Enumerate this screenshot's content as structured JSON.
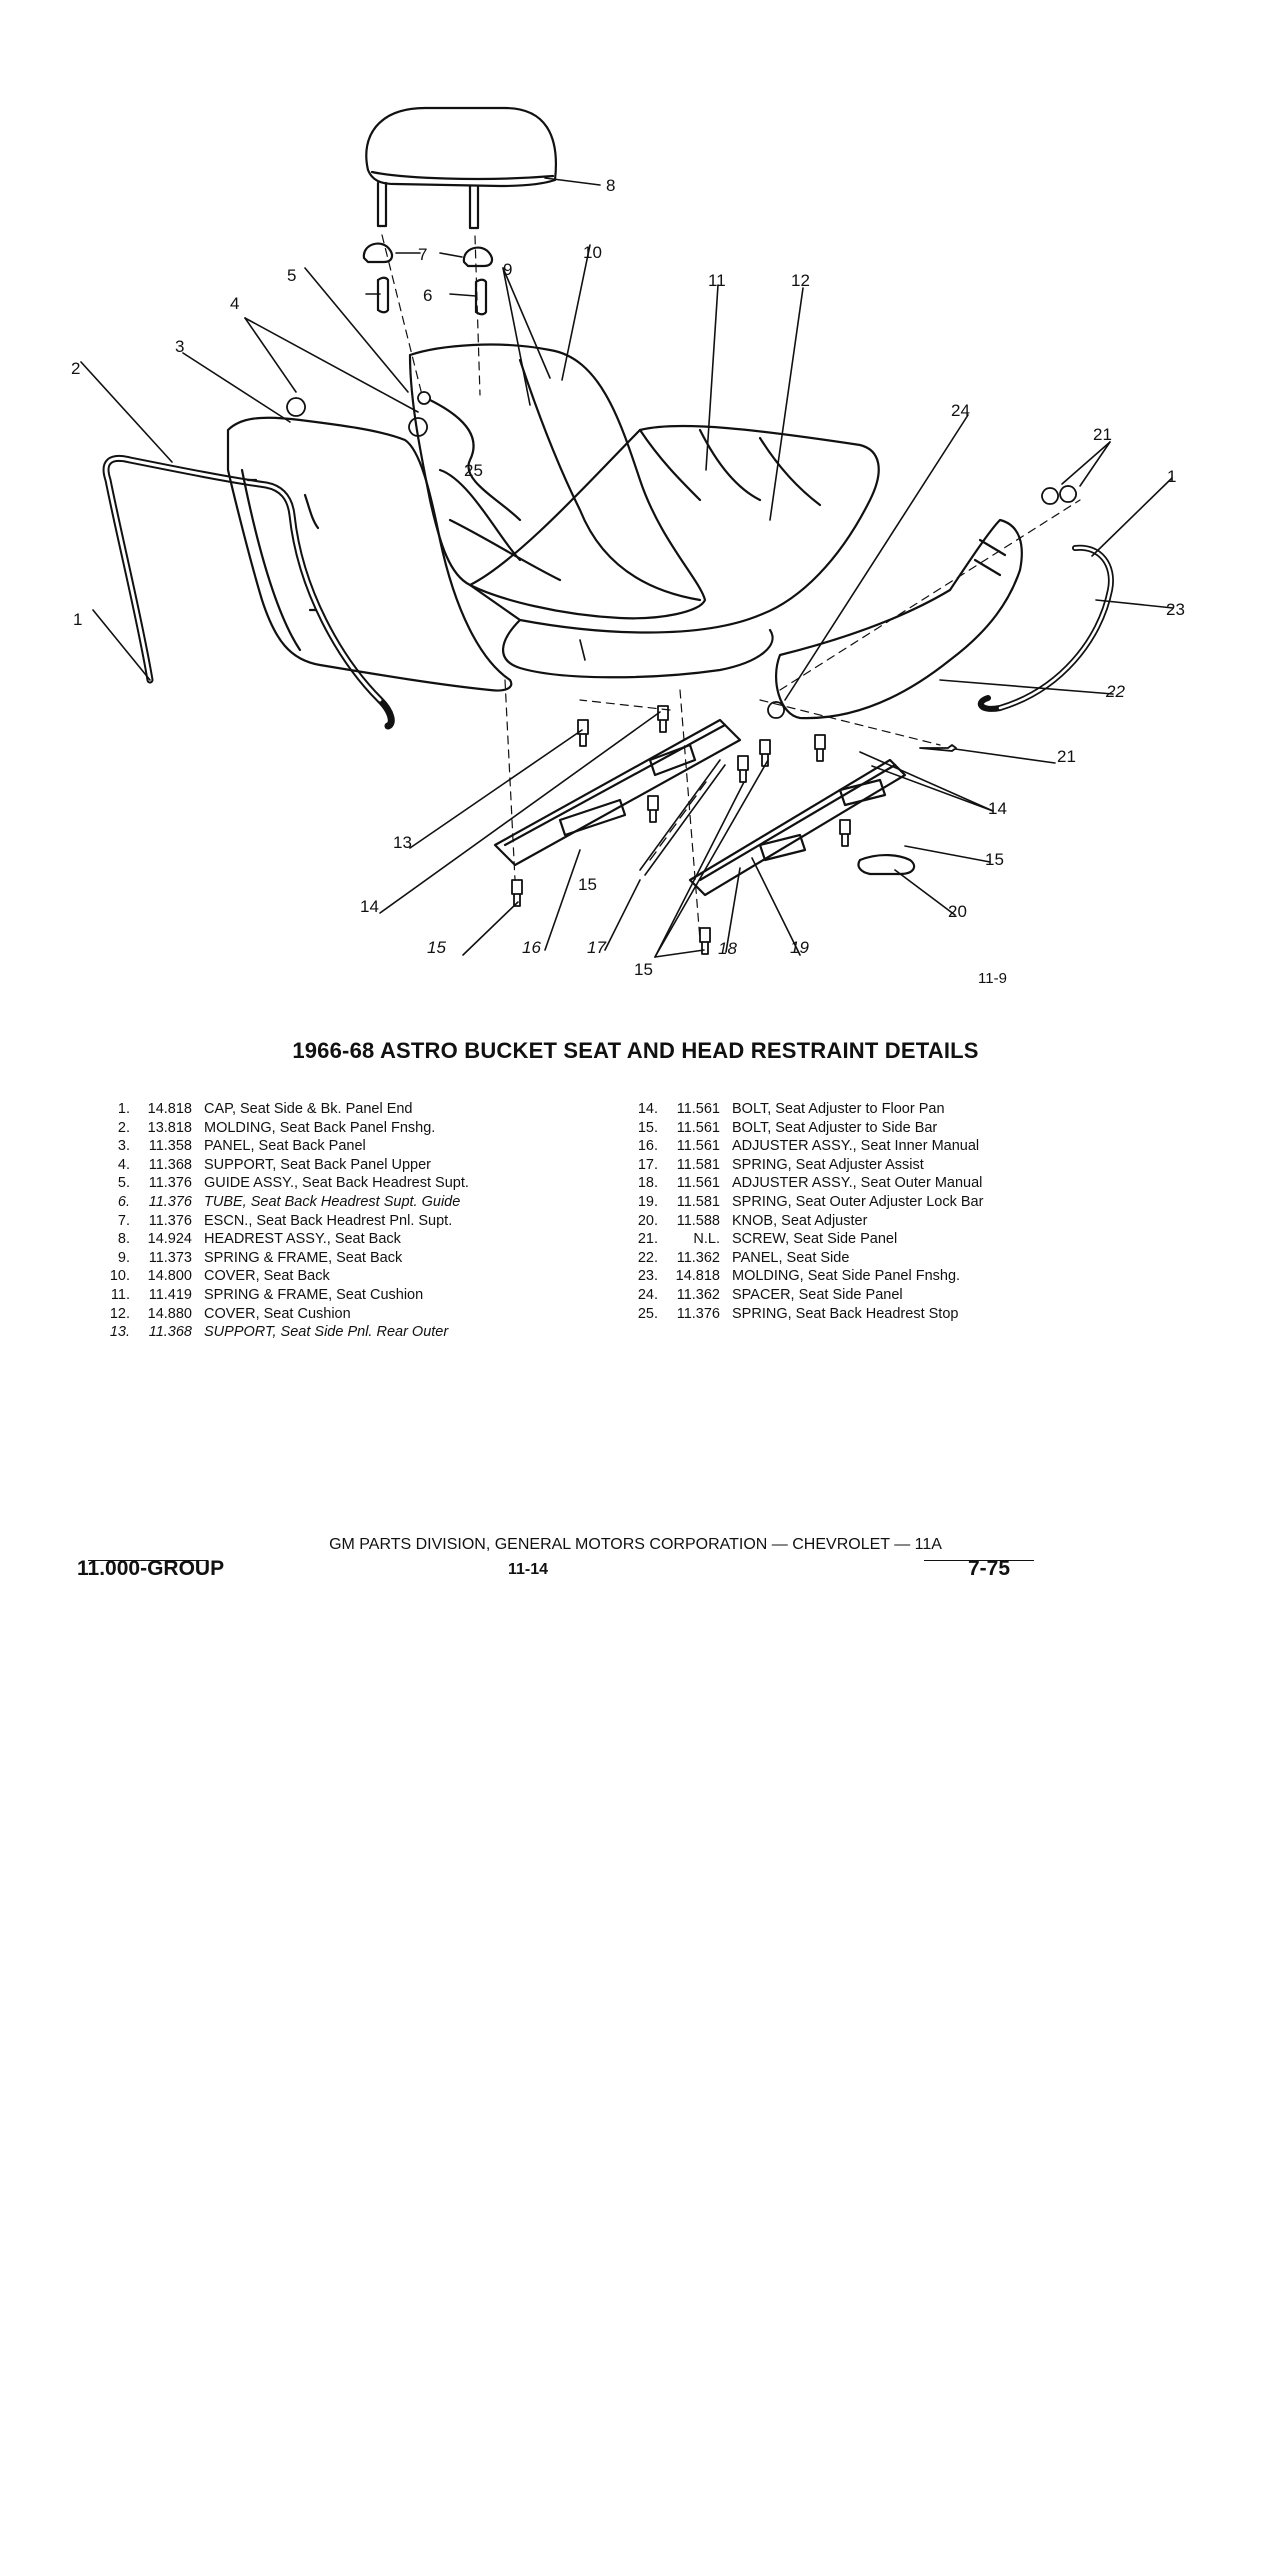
{
  "title": "1966-68 ASTRO BUCKET SEAT AND HEAD RESTRAINT DETAILS",
  "figure_id": "11-9",
  "callouts": [
    "1",
    "2",
    "3",
    "4",
    "5",
    "6",
    "7",
    "8",
    "9",
    "10",
    "11",
    "12",
    "13",
    "14",
    "15",
    "16",
    "17",
    "18",
    "19",
    "20",
    "21",
    "22",
    "23",
    "24",
    "25",
    "1",
    "21",
    "14",
    "15",
    "15",
    "15"
  ],
  "parts_left": [
    {
      "no": "1.",
      "code": "14.818",
      "desc": "CAP, Seat Side & Bk. Panel End"
    },
    {
      "no": "2.",
      "code": "13.818",
      "desc": "MOLDING, Seat Back Panel Fnshg."
    },
    {
      "no": "3.",
      "code": "11.358",
      "desc": "PANEL, Seat Back Panel"
    },
    {
      "no": "4.",
      "code": "11.368",
      "desc": "SUPPORT, Seat Back Panel Upper"
    },
    {
      "no": "5.",
      "code": "11.376",
      "desc": "GUIDE ASSY., Seat Back Headrest Supt."
    },
    {
      "no": "6.",
      "code": "11.376",
      "desc": "TUBE, Seat Back Headrest Supt. Guide"
    },
    {
      "no": "7.",
      "code": "11.376",
      "desc": "ESCN., Seat Back Headrest Pnl. Supt."
    },
    {
      "no": "8.",
      "code": "14.924",
      "desc": "HEADREST ASSY., Seat Back"
    },
    {
      "no": "9.",
      "code": "11.373",
      "desc": "SPRING & FRAME, Seat Back"
    },
    {
      "no": "10.",
      "code": "14.800",
      "desc": "COVER, Seat Back"
    },
    {
      "no": "11.",
      "code": "11.419",
      "desc": "SPRING & FRAME, Seat Cushion"
    },
    {
      "no": "12.",
      "code": "14.880",
      "desc": "COVER, Seat Cushion"
    },
    {
      "no": "13.",
      "code": "11.368",
      "desc": "SUPPORT, Seat Side Pnl. Rear Outer"
    }
  ],
  "parts_right": [
    {
      "no": "14.",
      "code": "11.561",
      "desc": "BOLT, Seat Adjuster to Floor Pan"
    },
    {
      "no": "15.",
      "code": "11.561",
      "desc": "BOLT, Seat Adjuster to Side Bar"
    },
    {
      "no": "16.",
      "code": "11.561",
      "desc": "ADJUSTER ASSY., Seat Inner Manual"
    },
    {
      "no": "17.",
      "code": "11.581",
      "desc": "SPRING, Seat Adjuster Assist"
    },
    {
      "no": "18.",
      "code": "11.561",
      "desc": "ADJUSTER ASSY., Seat Outer Manual"
    },
    {
      "no": "19.",
      "code": "11.581",
      "desc": "SPRING, Seat Outer Adjuster Lock Bar"
    },
    {
      "no": "20.",
      "code": "11.588",
      "desc": "KNOB, Seat Adjuster"
    },
    {
      "no": "21.",
      "code": "N.L.",
      "desc": "SCREW, Seat Side Panel"
    },
    {
      "no": "22.",
      "code": "11.362",
      "desc": "PANEL, Seat Side"
    },
    {
      "no": "23.",
      "code": "14.818",
      "desc": "MOLDING, Seat Side Panel Fnshg."
    },
    {
      "no": "24.",
      "code": "11.362",
      "desc": "SPACER, Seat Side Panel"
    },
    {
      "no": "25.",
      "code": "11.376",
      "desc": "SPRING, Seat Back Headrest Stop"
    }
  ],
  "footer": {
    "line": "GM PARTS DIVISION, GENERAL MOTORS CORPORATION — CHEVROLET — 11A",
    "group": "11.000-GROUP",
    "page": "11-14",
    "date": "7-75"
  }
}
